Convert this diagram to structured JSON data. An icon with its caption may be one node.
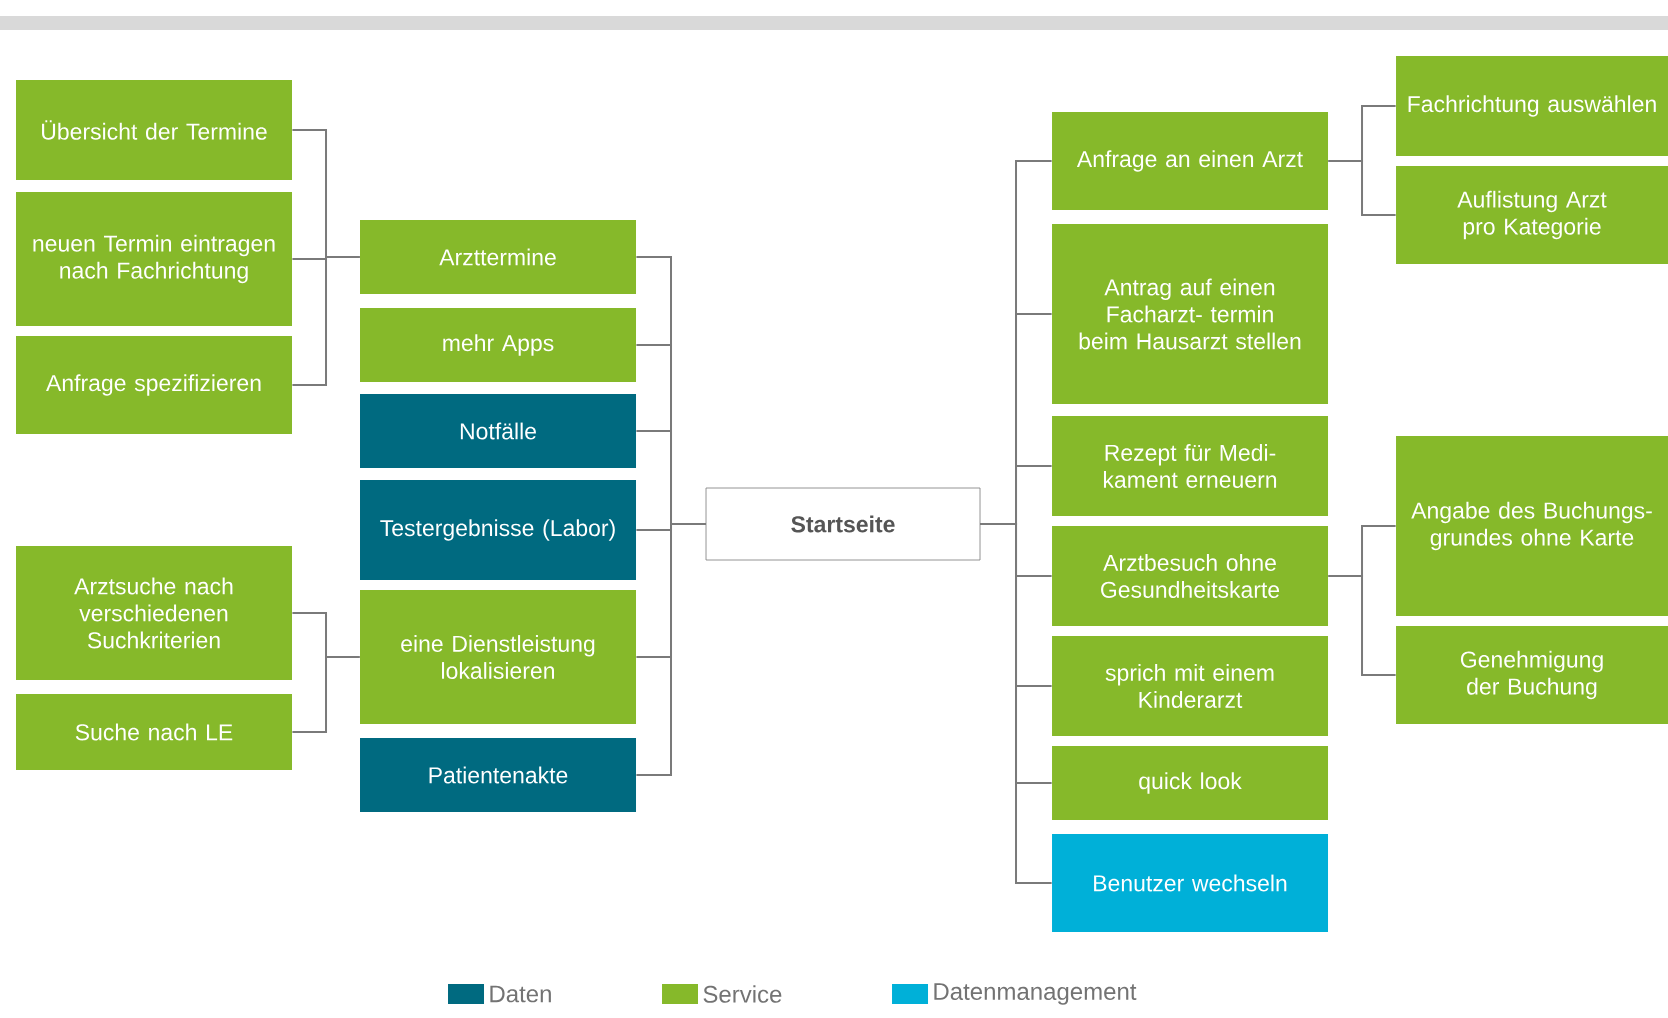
{
  "diagram": {
    "nodes": [
      {
        "text": [
          "Übersicht der Termine"
        ]
      },
      {
        "text": [
          "neuen Termin eintragen nach Fachrichtung"
        ]
      },
      {
        "text": [
          "Anfrage spezifizieren"
        ]
      },
      {
        "text": [
          "Arztsuche nach verschiedenen Suchkriterien"
        ]
      },
      {
        "text": [
          "Suche nach LE"
        ]
      },
      {
        "text": [
          "Arzttermine"
        ]
      },
      {
        "text": [
          "mehr Apps"
        ]
      },
      {
        "text": [
          "Notfälle"
        ]
      },
      {
        "text": [
          "Testergebnisse (Labor)"
        ]
      },
      {
        "text": [
          "eine Dienstleistung lokalisieren"
        ]
      },
      {
        "text": [
          "Patientenakte"
        ]
      },
      {
        "text": [
          "Startseite"
        ]
      },
      {
        "text": [
          "Anfrage an einen Arzt"
        ]
      },
      {
        "text": [
          "Antrag auf einen Facharzt- termin beim Hausarzt stellen"
        ]
      },
      {
        "text": [
          "Rezept für Medi- kament erneuern"
        ]
      },
      {
        "text": [
          "Arztbesuch ohne Gesundheitskarte"
        ]
      },
      {
        "text": [
          "sprich mit einem Kinderarzt"
        ]
      },
      {
        "text": [
          "quick look"
        ]
      },
      {
        "text": [
          "Benutzer wechseln"
        ]
      },
      {
        "text": [
          "Fachrichtung auswählen"
        ]
      },
      {
        "text": [
          "Auflistung Arzt pro Kategorie"
        ]
      },
      {
        "text": [
          "Angabe des Buchungs- grundes ohne Karte"
        ]
      },
      {
        "text": [
          "Genehmigung der Buchung"
        ]
      }
    ],
    "edges": [
      {
        "from": 11,
        "to": 5,
        "arrow": "none"
      },
      {
        "from": 11,
        "to": 6,
        "arrow": "none"
      },
      {
        "from": 11,
        "to": 7,
        "arrow": "none"
      },
      {
        "from": 11,
        "to": 8,
        "arrow": "none"
      },
      {
        "from": 11,
        "to": 9,
        "arrow": "none"
      },
      {
        "from": 11,
        "to": 10,
        "arrow": "none"
      },
      {
        "from": 11,
        "to": 12,
        "arrow": "none"
      },
      {
        "from": 11,
        "to": 13,
        "arrow": "none"
      },
      {
        "from": 11,
        "to": 14,
        "arrow": "none"
      },
      {
        "from": 11,
        "to": 15,
        "arrow": "none"
      },
      {
        "from": 11,
        "to": 16,
        "arrow": "none"
      },
      {
        "from": 11,
        "to": 17,
        "arrow": "none"
      },
      {
        "from": 11,
        "to": 18,
        "arrow": "none"
      },
      {
        "from": 5,
        "to": 0,
        "arrow": "none"
      },
      {
        "from": 5,
        "to": 1,
        "arrow": "none"
      },
      {
        "from": 5,
        "to": 2,
        "arrow": "none"
      },
      {
        "from": 9,
        "to": 3,
        "arrow": "none"
      },
      {
        "from": 9,
        "to": 4,
        "arrow": "none"
      },
      {
        "from": 12,
        "to": 19,
        "arrow": "none"
      },
      {
        "from": 12,
        "to": 20,
        "arrow": "none"
      },
      {
        "from": 15,
        "to": 21,
        "arrow": "none"
      },
      {
        "from": 15,
        "to": 22,
        "arrow": "none"
      }
    ],
    "legend": [
      {
        "text": "Daten",
        "color": "#006a80"
      },
      {
        "text": "Service",
        "color": "#86b92a"
      },
      {
        "text": "Datenmanagement",
        "color": "#00b0d8"
      }
    ]
  }
}
